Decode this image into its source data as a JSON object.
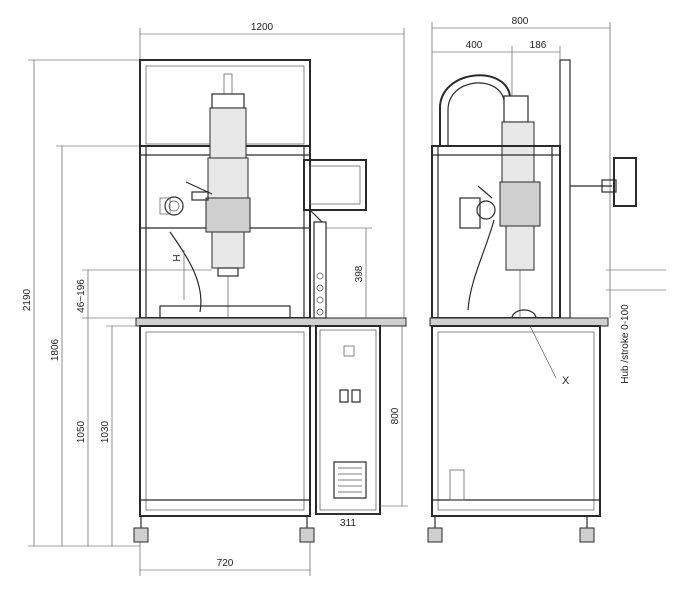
{
  "dimensions": {
    "front_width": "1200",
    "side_width": "800",
    "side_part_a": "400",
    "side_part_b": "186",
    "total_height": "2190",
    "frame_height": "1806",
    "table_height_1": "1050",
    "table_height_2": "1030",
    "adjust_range": "46~196",
    "spindle_height": "398",
    "cabinet_height": "800",
    "cabinet_width": "311",
    "base_width": "720",
    "stroke_label": "Hub /stroke 0-100",
    "detail_label": "X",
    "height_label": "H"
  },
  "colors": {
    "line": "#2a2a2a",
    "background": "#ffffff"
  }
}
